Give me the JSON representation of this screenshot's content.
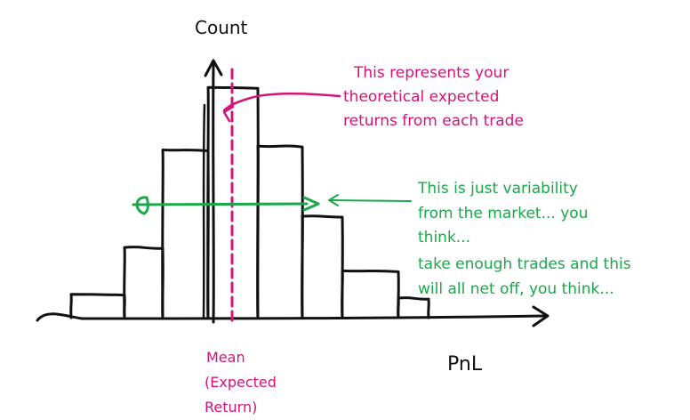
{
  "axes": {
    "y_label": "Count",
    "x_label": "PnL"
  },
  "annotations": {
    "expected_returns": [
      "This represents your",
      "theoretical expected",
      "returns from each trade"
    ],
    "variability": [
      "This is just variability",
      "from the market... you",
      "think..."
    ],
    "net_off": [
      "take enough trades and this",
      "will all net off, you think..."
    ],
    "mean_label": [
      "Mean",
      "(Expected",
      "Return)"
    ]
  },
  "colors": {
    "ink": "#111111",
    "pink": "#d4147a",
    "green": "#1aa84a"
  },
  "chart_data": {
    "type": "bar",
    "bar_counts": [
      0.6,
      1.8,
      4.3,
      5.9,
      4.4,
      2.6,
      1.2,
      0.5
    ],
    "title": "",
    "xlabel": "PnL",
    "ylabel": "Count",
    "ylim": [
      0,
      6.5
    ],
    "grid": false
  }
}
